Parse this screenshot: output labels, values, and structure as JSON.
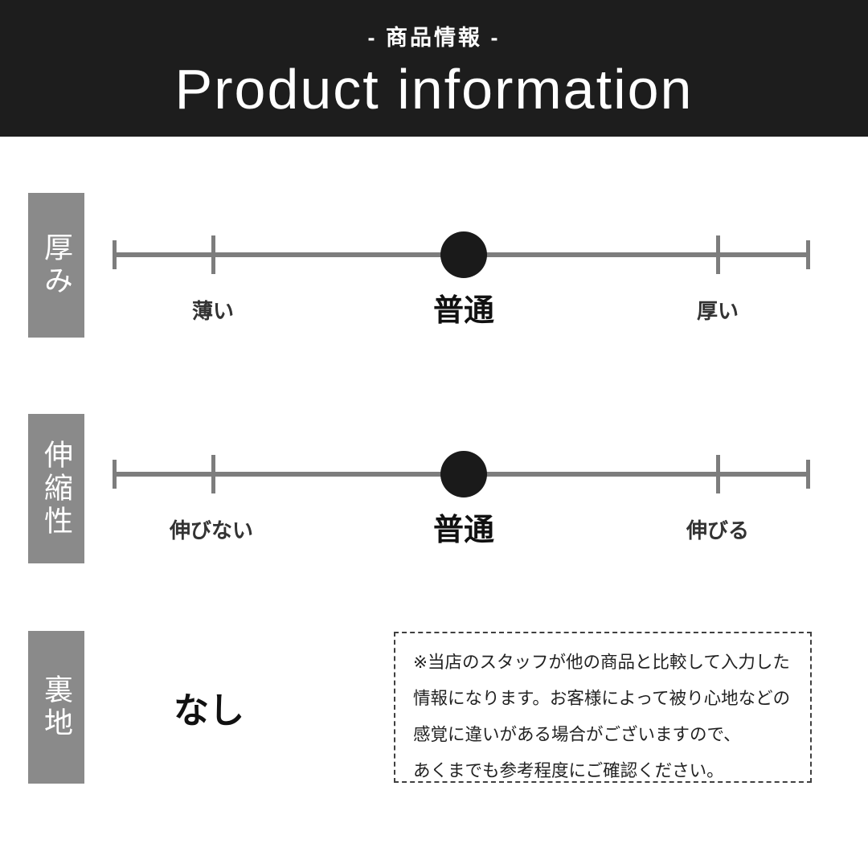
{
  "header": {
    "subtitle": "- 商品情報 -",
    "title": "Product information"
  },
  "rows": [
    {
      "label": "厚み",
      "type": "scale",
      "scale": {
        "left": "薄い",
        "center": "普通",
        "right": "厚い",
        "selected": "普通",
        "selected_position": "center"
      }
    },
    {
      "label": "伸縮性",
      "type": "scale",
      "scale": {
        "left": "伸びない",
        "center": "普通",
        "right": "伸びる",
        "selected": "普通",
        "selected_position": "center"
      }
    },
    {
      "label": "裏地",
      "type": "value",
      "value": "なし"
    }
  ],
  "note": {
    "lines": [
      "※当店のスタッフが他の商品と比較して入力した",
      "情報になります。お客様によって被り心地などの",
      "感覚に違いがある場合がございますので、",
      "あくまでも参考程度にご確認ください。"
    ]
  },
  "colors": {
    "header_bg": "#1d1d1d",
    "label_box_bg": "#8a8a8a",
    "scale_line": "#7d7d7d",
    "marker_dot": "#1a1a1a"
  }
}
